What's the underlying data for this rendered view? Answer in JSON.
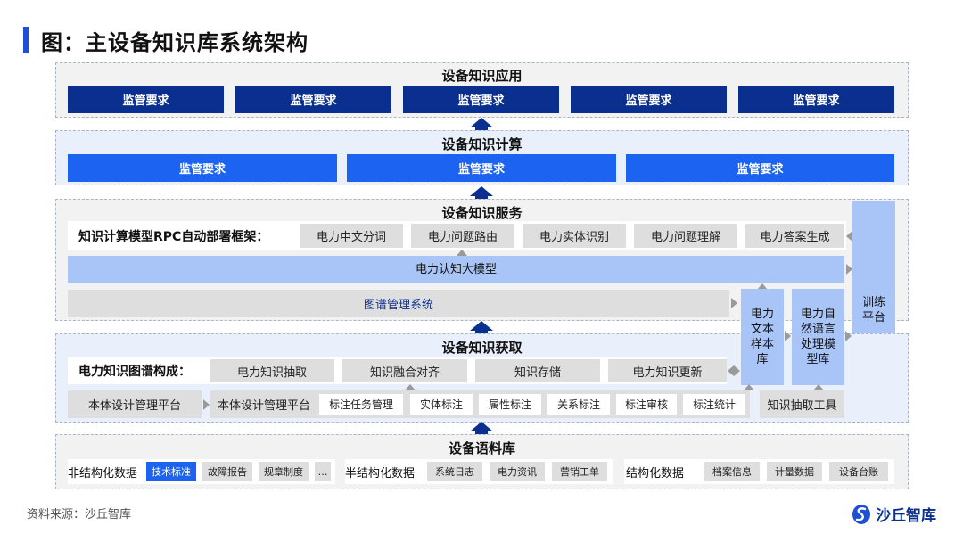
{
  "title": "图：主设备知识库系统架构",
  "application": {
    "title": "设备知识应用",
    "items": [
      "监管要求",
      "监管要求",
      "监管要求",
      "监管要求",
      "监管要求"
    ]
  },
  "computing": {
    "title": "设备知识计算",
    "items": [
      "监管要求",
      "监管要求",
      "监管要求"
    ]
  },
  "service": {
    "title": "设备知识服务",
    "framework_label": "知识计算模型RPC自动部署框架：",
    "modules": [
      "电力中文分词",
      "电力问题路由",
      "电力实体识别",
      "电力问题理解",
      "电力答案生成"
    ],
    "big_model": "电力认知大模型",
    "graph_system": "图谱管理系统"
  },
  "training": "训练平台",
  "text_lib": "电力文本样本库",
  "nlp_lib": "电力自然语言处理模型库",
  "acquisition": {
    "title": "设备知识获取",
    "graph_label": "电力知识图谱构成：",
    "graph_items": [
      "电力知识抽取",
      "知识融合对齐",
      "知识存储",
      "电力知识更新"
    ],
    "platform_a": "本体设计管理平台",
    "platform_b": "本体设计管理平台",
    "tasks": [
      "标注任务管理",
      "实体标注",
      "属性标注",
      "关系标注",
      "标注审核",
      "标注统计"
    ],
    "tool": "知识抽取工具"
  },
  "corpus": {
    "title": "设备语料库",
    "unstructured_label": "非结构化数据",
    "unstructured": [
      "技术标准",
      "故障报告",
      "规章制度",
      "…"
    ],
    "semi_label": "半结构化数据",
    "semi": [
      "系统日志",
      "电力资讯",
      "营销工单"
    ],
    "structured_label": "结构化数据",
    "structured": [
      "档案信息",
      "计量数据",
      "设备台账"
    ]
  },
  "source": "资料来源：沙丘智库",
  "logo": "沙丘智库",
  "colors": {
    "dark_blue": "#0a2f8f",
    "mid_blue": "#1b63f0",
    "light_blue": "#a9c4f6",
    "grey": "#dedede"
  }
}
